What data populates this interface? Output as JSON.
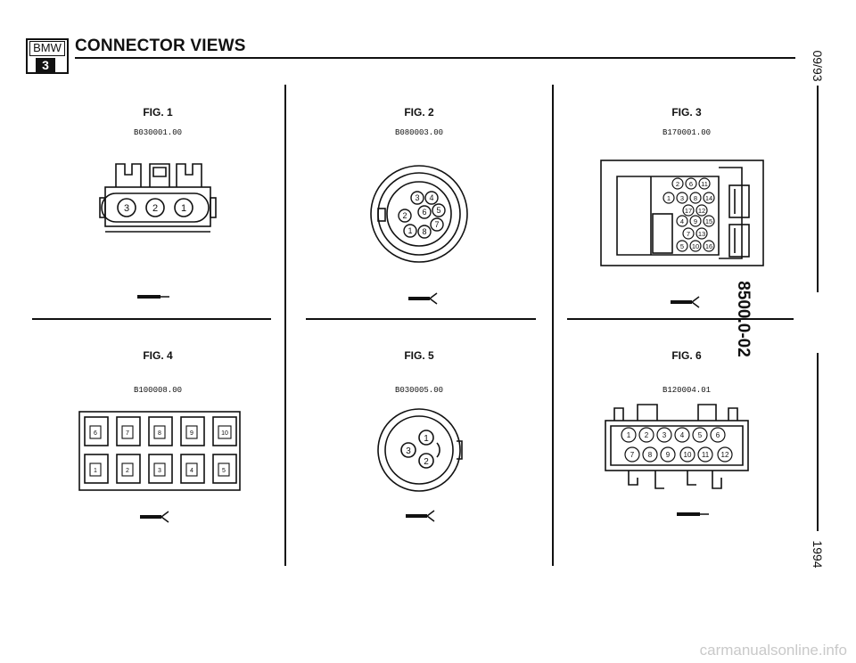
{
  "header": {
    "logo_brand": "BMW",
    "logo_series": "3",
    "title": "CONNECTOR VIEWS"
  },
  "side": {
    "date": "09/93",
    "doc_number": "8500.0-02",
    "year": "1994"
  },
  "figures": [
    {
      "label": "FIG. 1",
      "code": "B030001.00",
      "pins": [
        "3",
        "2",
        "1"
      ]
    },
    {
      "label": "FIG. 2",
      "code": "B080003.00",
      "pins": [
        "3",
        "4",
        "5",
        "6",
        "2",
        "7",
        "1",
        "8"
      ]
    },
    {
      "label": "FIG. 3",
      "code": "B170001.00",
      "pins": [
        "2",
        "6",
        "11",
        "1",
        "3",
        "8",
        "14",
        "17",
        "12",
        "4",
        "9",
        "15",
        "7",
        "13",
        "5",
        "10",
        "16"
      ]
    },
    {
      "label": "FIG. 4",
      "code": "B100008.00",
      "pins": [
        "6",
        "7",
        "8",
        "9",
        "10",
        "1",
        "2",
        "3",
        "4",
        "5"
      ]
    },
    {
      "label": "FIG. 5",
      "code": "B030005.00",
      "pins": [
        "1",
        "3",
        "2"
      ]
    },
    {
      "label": "FIG. 6",
      "code": "B120004.01",
      "pins": [
        "1",
        "2",
        "3",
        "4",
        "5",
        "6",
        "7",
        "8",
        "9",
        "10",
        "11",
        "12"
      ]
    }
  ],
  "watermark": "carmanualsonline.info"
}
